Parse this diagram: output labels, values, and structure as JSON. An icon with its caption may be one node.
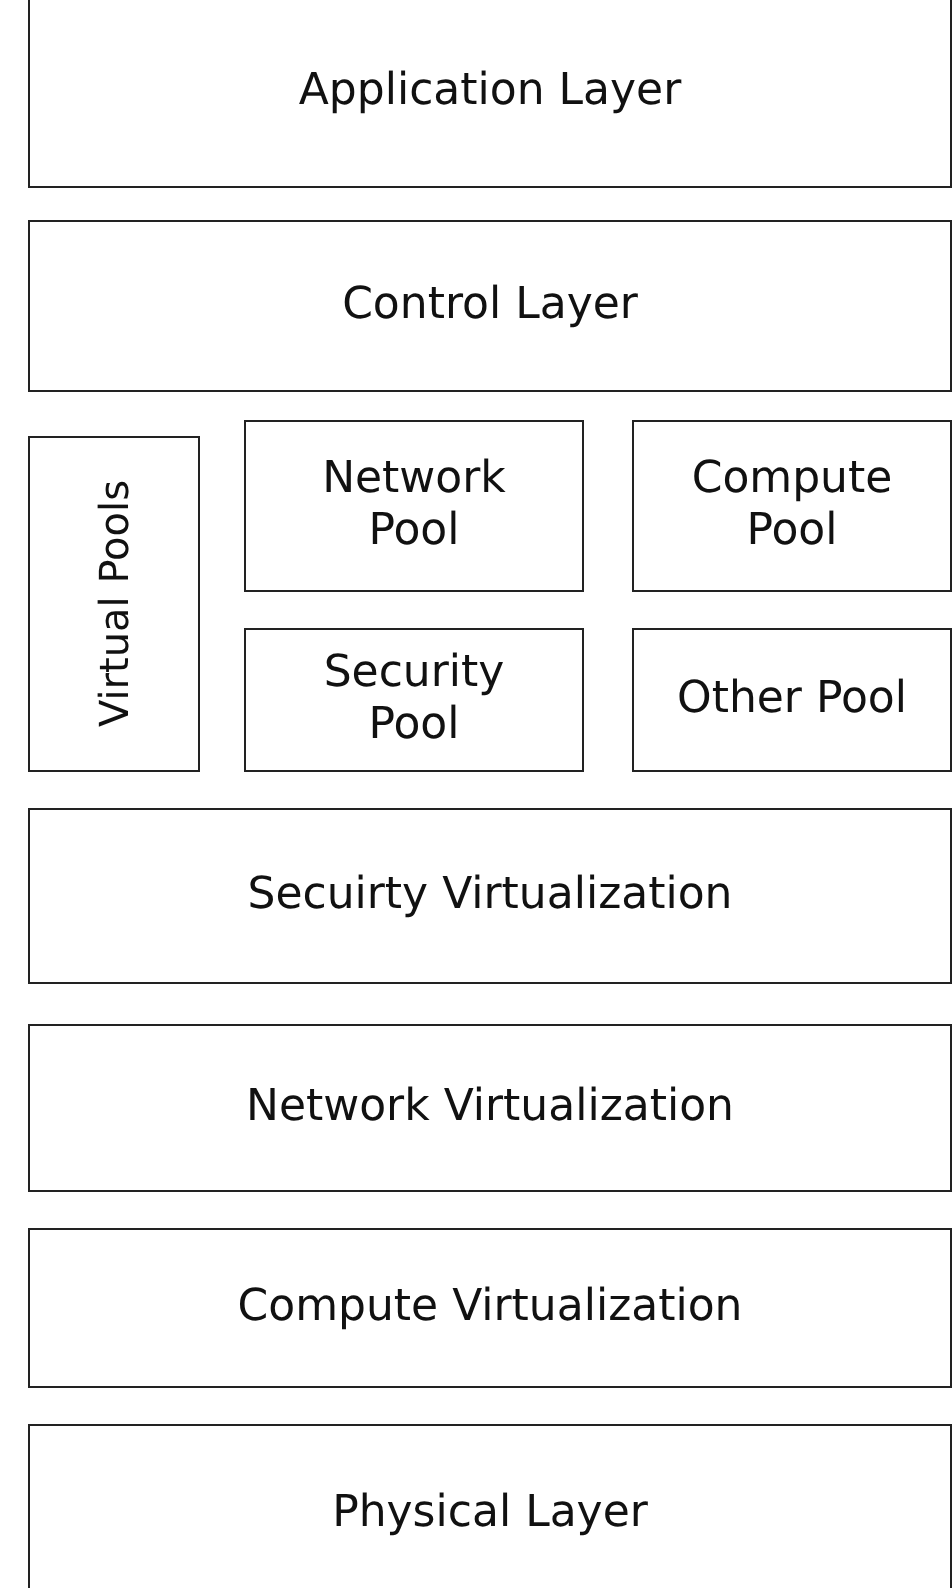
{
  "diagram": {
    "nodes": [
      {
        "text": [
          "Application Layer"
        ]
      },
      {
        "text": [
          "Control Layer"
        ]
      },
      {
        "text": [
          "Virtual Pools"
        ]
      },
      {
        "text": [
          "Network Pool"
        ]
      },
      {
        "text": [
          "Compute Pool"
        ]
      },
      {
        "text": [
          "Security Pool"
        ]
      },
      {
        "text": [
          "Other Pool"
        ]
      },
      {
        "text": [
          "Secuirty Virtualization"
        ]
      },
      {
        "text": [
          "Network Virtualization"
        ]
      },
      {
        "text": [
          "Compute Virtualization"
        ]
      },
      {
        "text": [
          "Physical Layer"
        ]
      }
    ]
  }
}
